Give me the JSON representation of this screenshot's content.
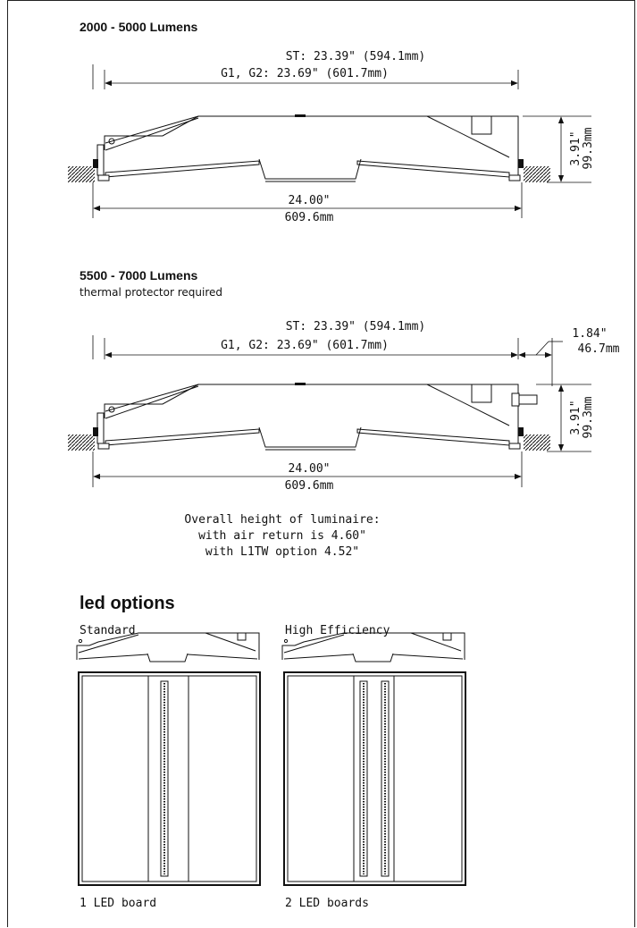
{
  "section1": {
    "title": "2000 - 5000 Lumens",
    "dim_st": "ST: 23.39\" (594.1mm)",
    "dim_g": "G1, G2: 23.69\" (601.7mm)",
    "dim_width_in": "24.00\"",
    "dim_width_mm": "609.6mm",
    "dim_height_in": "3.91\"",
    "dim_height_mm": "99.3mm"
  },
  "section2": {
    "title": "5500 - 7000 Lumens",
    "subtitle": "thermal protector required",
    "dim_st": "ST: 23.39\" (594.1mm)",
    "dim_g": "G1, G2: 23.69\" (601.7mm)",
    "dim_protector_in": "1.84\"",
    "dim_protector_mm": "46.7mm",
    "dim_width_in": "24.00\"",
    "dim_width_mm": "609.6mm",
    "dim_height_in": "3.91\"",
    "dim_height_mm": "99.3mm"
  },
  "note": {
    "line1": "Overall height of luminaire:",
    "line2": "with air return is 4.60\"",
    "line3": "with L1TW option 4.52\""
  },
  "led_options": {
    "title": "led options",
    "standard": {
      "label": "Standard",
      "caption": "1 LED board"
    },
    "high_efficiency": {
      "label": "High Efficiency",
      "caption": "2 LED boards"
    }
  }
}
